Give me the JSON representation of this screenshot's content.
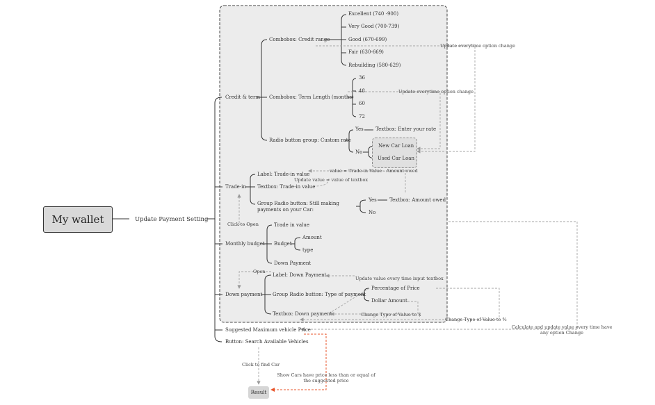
{
  "root": {
    "label": "My wallet"
  },
  "update_payment_setting": "Update Payment Setting",
  "sections": {
    "credit_term": {
      "label": "Credit & term",
      "credit_range": {
        "label": "Combobox: Credit range",
        "options": [
          "Excellent (740 -900)",
          "Very Good (700-739)",
          "Good (670-699)",
          "Fair (630-669)",
          "Rebuilding (580-629)"
        ]
      },
      "term_length": {
        "label": "Combobox: Term Length (months)",
        "options": [
          "36",
          "48",
          "60",
          "72"
        ]
      },
      "custom_rate": {
        "label": "Radio button group: Custom rate",
        "yes": "Yes",
        "no": "No",
        "rate_textbox": "Textbox: Enter your rate",
        "new_car_loan": "New Car Loan",
        "used_car_loan": "Used Car Loan"
      }
    },
    "trade_in": {
      "label": "Trade-in",
      "label_trade_in_value": "Label: Trade-in value",
      "textbox_trade_in_value": "Textbox: Trade-in value",
      "still_making_payments": "Group Radio button: Still making payments on your Car:",
      "yes": "Yes",
      "no": "No",
      "amount_owed": "Textbox: Amount owed"
    },
    "monthly_budget": {
      "label": "Monthly budget",
      "trade_in_value": "Trade in value",
      "budget": "Budget",
      "amount": "Amount",
      "type": "type",
      "down_payment": "Down Payment"
    },
    "down_payment": {
      "label": "Down payment",
      "label_down_payment": "Label: Down Payment",
      "type_of_payment": "Group Radio button: Type of payment",
      "percentage": "Percentage of Price",
      "dollar": "Dollar Amount",
      "textbox_down_payment": "Textbox: Down payment"
    },
    "suggested_price": "Suggested Maximum vehicle Price",
    "search_button": "Button: Search Available Vehicles"
  },
  "result": "Result",
  "notes": {
    "update_option_change_1": "Update everytime option change",
    "update_option_change_2": "Update everytime option change",
    "value_formula": "value = Trade-in Value - Amount owed",
    "update_value_textbox": "Update value = value of textbox",
    "click_to_open": "Click to Open",
    "open": "Open",
    "update_every_input": "Update value every time input textbox",
    "change_type_dollar": "Change Type of Value to $",
    "change_type_percent": "Change Type of Value to %",
    "calculate_update": "Calculate and update value every time have any option Change",
    "click_find_car": "Click to find Car",
    "show_cars": "Show Cars have price less than or equal of the suggested price"
  },
  "colors": {
    "solid_line": "#333333",
    "dashed_line": "#a0a0a0",
    "highlight": "#e8552b",
    "group_bg": "#ececec"
  }
}
